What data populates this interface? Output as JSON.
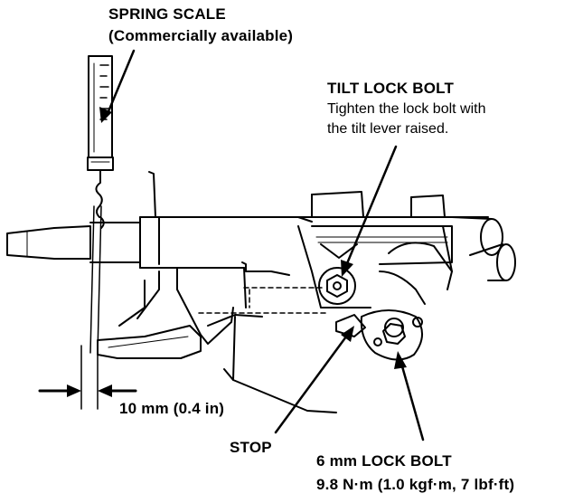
{
  "labels": {
    "spring_scale_title": "SPRING SCALE",
    "spring_scale_note": "(Commercially available)",
    "tilt_lock_title": "TILT LOCK BOLT",
    "tilt_lock_line1": "Tighten the lock bolt with",
    "tilt_lock_line2": "the tilt lever raised.",
    "dimension": "10 mm (0.4 in)",
    "stop": "STOP",
    "lock_bolt_title": "6 mm LOCK BOLT",
    "lock_bolt_torque": "9.8 N·m (1.0 kgf·m, 7 lbf·ft)"
  }
}
